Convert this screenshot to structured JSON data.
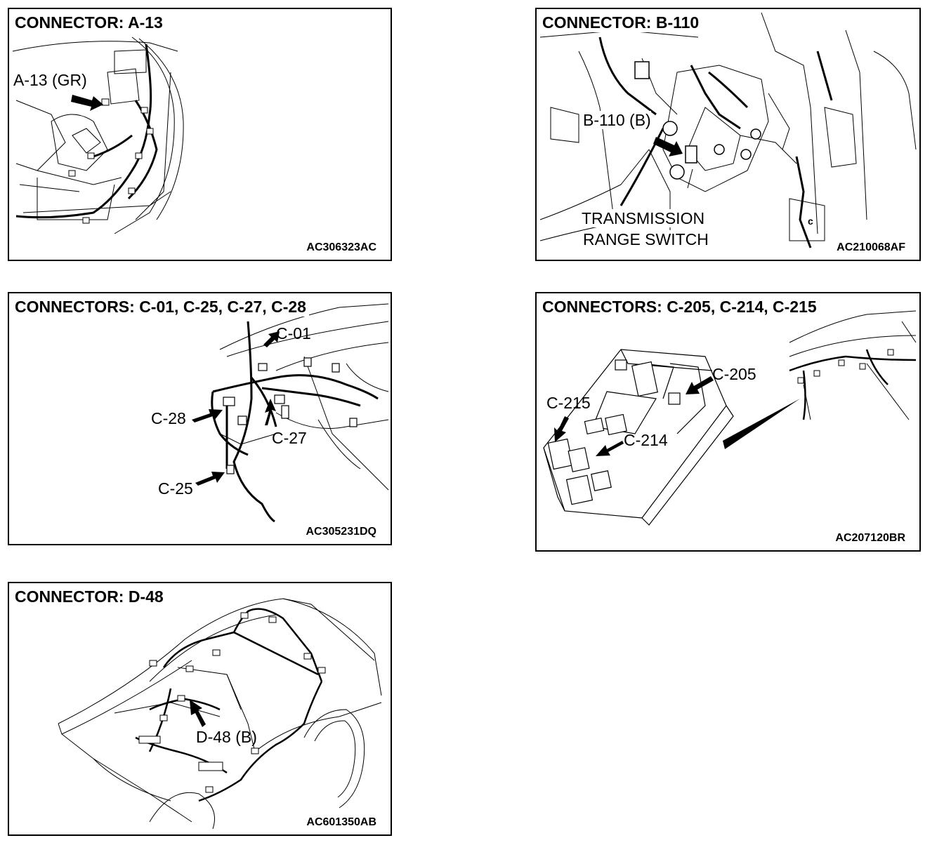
{
  "panels": [
    {
      "title": "CONNECTOR: A-13",
      "code": "AC306323AC",
      "labels": [
        "A-13 (GR)"
      ]
    },
    {
      "title": "CONNECTOR: B-110",
      "code": "AC210068AF",
      "labels": [
        "B-110 (B)",
        "TRANSMISSION",
        "RANGE SWITCH",
        "c"
      ]
    },
    {
      "title": "CONNECTORS: C-01, C-25, C-27, C-28",
      "code": "AC305231DQ",
      "labels": [
        "C-01",
        "C-28",
        "C-27",
        "C-25"
      ]
    },
    {
      "title": "CONNECTORS: C-205, C-214, C-215",
      "code": "AC207120BR",
      "labels": [
        "C-205",
        "C-215",
        "C-214"
      ]
    },
    {
      "title": "CONNECTOR: D-48",
      "code": "AC601350AB",
      "labels": [
        "D-48 (B)"
      ]
    }
  ]
}
